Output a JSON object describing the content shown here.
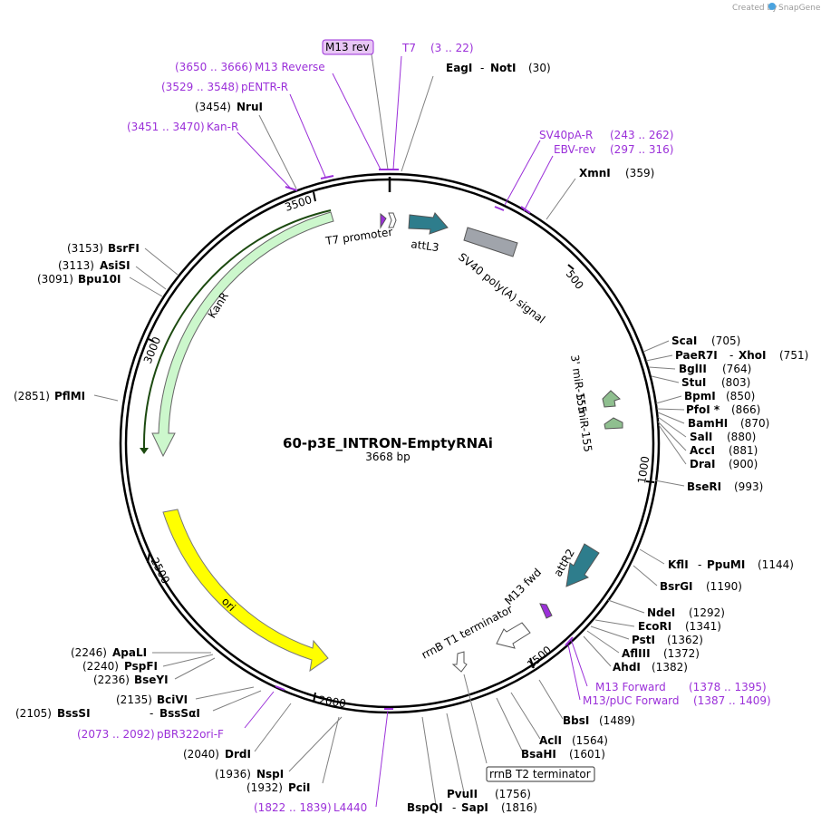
{
  "title": "60-p3E_INTRON-EmptyRNAi",
  "length_label": "3668 bp",
  "credit": "Created by",
  "brand": "SnapGene",
  "total_bp": 3668,
  "ticks": [
    "500",
    "1000",
    "1500",
    "2000",
    "2500",
    "3000",
    "3500"
  ],
  "enzymes": [
    {
      "name": "EagI",
      "name2": "NotI",
      "pos": "(30)"
    },
    {
      "name": "XmnI",
      "pos": "(359)"
    },
    {
      "name": "ScaI",
      "pos": "(705)"
    },
    {
      "name": "PaeR7I",
      "name2": "XhoI",
      "pos": "(751)"
    },
    {
      "name": "BglII",
      "pos": "(764)"
    },
    {
      "name": "StuI",
      "pos": "(803)"
    },
    {
      "name": "BpmI",
      "pos": "(850)"
    },
    {
      "name": "PfoI *",
      "pos": "(866)"
    },
    {
      "name": "BamHI",
      "pos": "(870)"
    },
    {
      "name": "SalI",
      "pos": "(880)"
    },
    {
      "name": "AccI",
      "pos": "(881)"
    },
    {
      "name": "DraI",
      "pos": "(900)"
    },
    {
      "name": "BseRI",
      "pos": "(993)"
    },
    {
      "name": "KflI",
      "name2": "PpuMI",
      "pos": "(1144)"
    },
    {
      "name": "BsrGI",
      "pos": "(1190)"
    },
    {
      "name": "NdeI",
      "pos": "(1292)"
    },
    {
      "name": "EcoRI",
      "pos": "(1341)"
    },
    {
      "name": "PstI",
      "pos": "(1362)"
    },
    {
      "name": "AflIII",
      "pos": "(1372)"
    },
    {
      "name": "AhdI",
      "pos": "(1382)"
    },
    {
      "name": "BbsI",
      "pos": "(1489)"
    },
    {
      "name": "AclI",
      "pos": "(1564)"
    },
    {
      "name": "BsaHI",
      "pos": "(1601)"
    },
    {
      "name": "PvuII",
      "pos": "(1756)"
    },
    {
      "name": "BspQI",
      "name2": "SapI",
      "pos": "(1816)"
    },
    {
      "name": "PciI",
      "pos": "(1932)"
    },
    {
      "name": "NspI",
      "pos": "(1936)"
    },
    {
      "name": "DrdI",
      "pos": "(2040)"
    },
    {
      "name": "BssSI",
      "name2": "BssSαI",
      "pos": "(2105)"
    },
    {
      "name": "BciVI",
      "pos": "(2135)"
    },
    {
      "name": "BseYI",
      "pos": "(2236)"
    },
    {
      "name": "PspFI",
      "pos": "(2240)"
    },
    {
      "name": "ApaLI",
      "pos": "(2246)"
    },
    {
      "name": "PflMI",
      "pos": "(2851)"
    },
    {
      "name": "Bpu10I",
      "pos": "(3091)"
    },
    {
      "name": "AsiSI",
      "pos": "(3113)"
    },
    {
      "name": "BsrFI",
      "pos": "(3153)"
    },
    {
      "name": "NruI",
      "pos": "(3454)"
    }
  ],
  "primers": [
    {
      "name": "M13 rev",
      "range": ""
    },
    {
      "name": "T7",
      "range": "(3 .. 22)"
    },
    {
      "name": "M13 Reverse",
      "range": "(3650 .. 3666)"
    },
    {
      "name": "pENTR-R",
      "range": "(3529 .. 3548)"
    },
    {
      "name": "Kan-R",
      "range": "(3451 .. 3470)"
    },
    {
      "name": "SV40pA-R",
      "range": "(243 .. 262)"
    },
    {
      "name": "EBV-rev",
      "range": "(297 .. 316)"
    },
    {
      "name": "M13 Forward",
      "range": "(1378 .. 1395)"
    },
    {
      "name": "M13/pUC Forward",
      "range": "(1387 .. 1409)"
    },
    {
      "name": "pBR322ori-F",
      "range": "(2073 .. 2092)"
    },
    {
      "name": "L4440",
      "range": "(1822 .. 1839)"
    }
  ],
  "features": [
    {
      "name": "T7 promoter",
      "color": "#9b30d9"
    },
    {
      "name": "attL3",
      "color": "#2e7d8c"
    },
    {
      "name": "SV40 poly(A) signal",
      "color": "#a0a4ab"
    },
    {
      "name": "3' miR-155",
      "color": "#8fbf8f"
    },
    {
      "name": "5' miR-155",
      "color": "#8fbf8f"
    },
    {
      "name": "attR2",
      "color": "#2e7d8c"
    },
    {
      "name": "M13 fwd",
      "color": "#9b30d9"
    },
    {
      "name": "rrnB T1 terminator",
      "color": "#ffffff"
    },
    {
      "name": "rrnB T2 terminator",
      "color": "#ffffff"
    },
    {
      "name": "ori",
      "color": "#ffff00"
    },
    {
      "name": "KanR",
      "color": "#ccf7cc"
    }
  ]
}
